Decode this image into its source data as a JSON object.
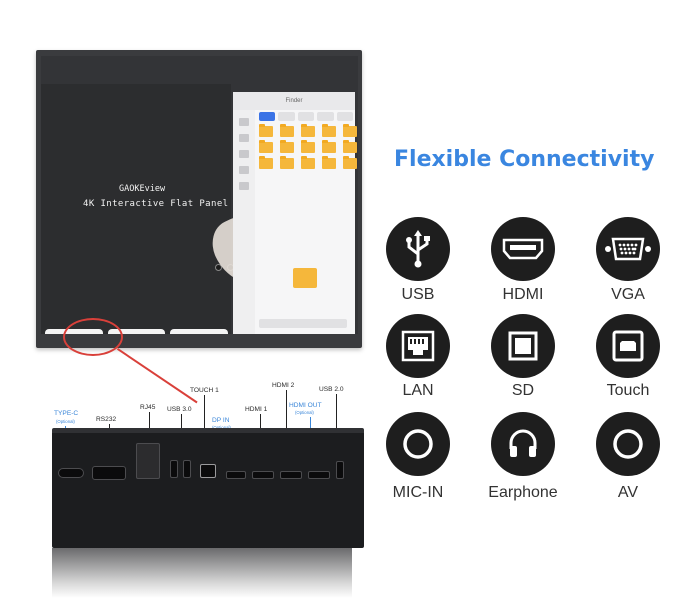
{
  "connectivity": {
    "title": "Flexible Connectivity",
    "items": [
      {
        "label": "USB",
        "icon": "usb-icon"
      },
      {
        "label": "HDMI",
        "icon": "hdmi-icon"
      },
      {
        "label": "VGA",
        "icon": "vga-icon"
      },
      {
        "label": "LAN",
        "icon": "lan-icon"
      },
      {
        "label": "SD",
        "icon": "sd-card-icon"
      },
      {
        "label": "Touch",
        "icon": "touch-usb-b-icon"
      },
      {
        "label": "MIC-IN",
        "icon": "mic-in-icon"
      },
      {
        "label": "Earphone",
        "icon": "earphone-icon"
      },
      {
        "label": "AV",
        "icon": "av-icon"
      }
    ]
  },
  "screen": {
    "whiteboard_line1": "GAOKEview",
    "whiteboard_line2": "4K Interactive Flat Panel",
    "finder_title": "Finder"
  },
  "ports": {
    "type_c": "TYPE-C",
    "type_c_sub": "(Optional)",
    "rs232": "RS232",
    "rj45": "RJ45",
    "usb30": "USB 3.0",
    "touch1": "TOUCH 1",
    "dp_in": "DP IN",
    "dp_in_sub": "(Optional)",
    "hdmi1": "HDMI 1",
    "hdmi2": "HDMI 2",
    "hdmi_out": "HDMI OUT",
    "hdmi_out_sub": "(Optional)",
    "usb20": "USB 2.0"
  },
  "colors": {
    "accent_blue": "#3a86e0",
    "highlight_red": "#d9403a",
    "icon_bg": "#1e1e1e"
  }
}
